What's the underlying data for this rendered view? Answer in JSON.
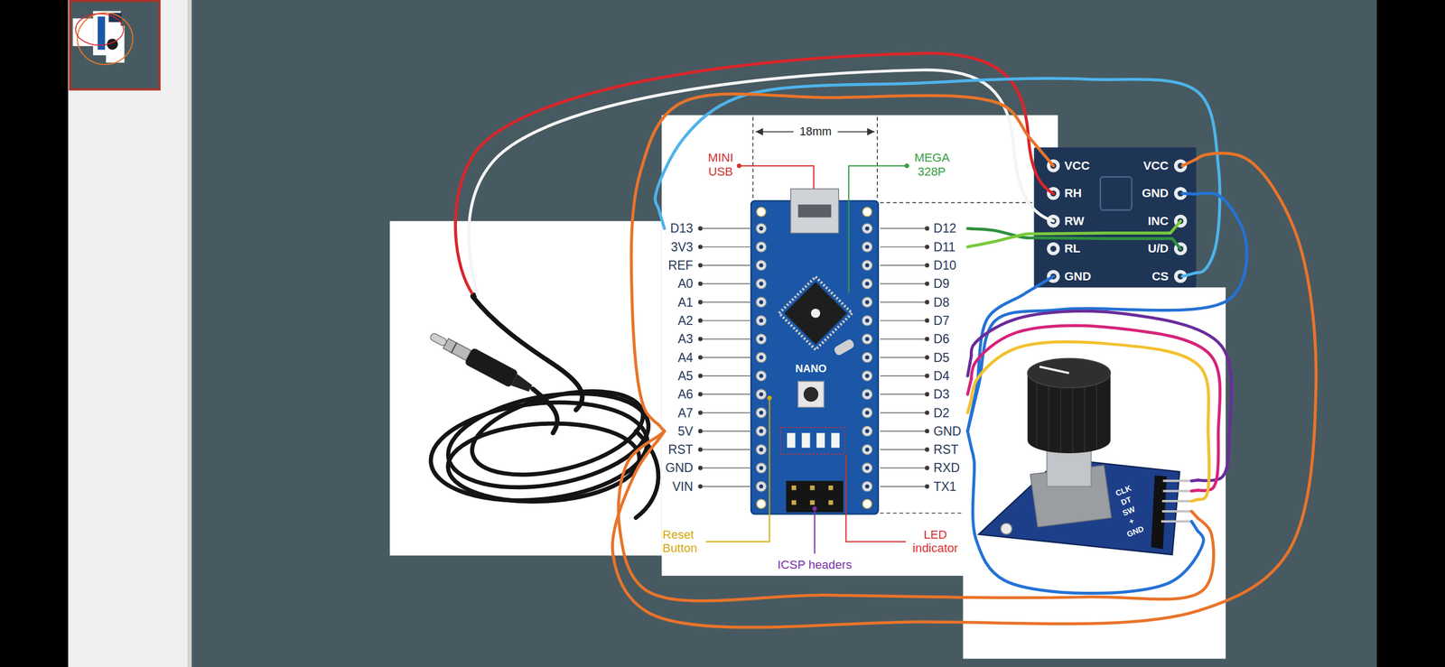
{
  "diagram": {
    "nodes": [
      {
        "text": [
          "18mm",
          "MINI USB",
          "MEGA 328P",
          "D13",
          "D12",
          "3V3",
          "D11",
          "REF",
          "D10",
          "A0",
          "D9",
          "A1",
          "D8",
          "A2",
          "D7",
          "A3",
          "D6",
          "A4",
          "D5",
          "A5",
          "D4",
          "A6",
          "D3",
          "A7",
          "D2",
          "5V",
          "GND",
          "RST",
          "RST",
          "GND",
          "RXD",
          "VIN",
          "TX1",
          "NANO",
          "Reset Button",
          "ICSP headers",
          "LED indicator"
        ]
      },
      {
        "text": [
          "VCC",
          "VCC",
          "RH",
          "GND",
          "RW",
          "INC",
          "RL",
          "U/D",
          "GND",
          "CS"
        ]
      },
      {
        "text": [
          "CLK",
          "DT",
          "SW",
          "+",
          "GND"
        ]
      }
    ],
    "edges": [
      {
        "from": 0,
        "to": 1,
        "arrow": "none"
      },
      {
        "from": 0,
        "to": 1,
        "arrow": "none"
      },
      {
        "from": 0,
        "to": 1,
        "arrow": "none"
      },
      {
        "from": 0,
        "to": 1,
        "arrow": "none"
      },
      {
        "from": 0,
        "to": 1,
        "arrow": "none"
      },
      {
        "from": 0,
        "to": 1,
        "arrow": "none"
      },
      {
        "from": 0,
        "to": 1,
        "arrow": "none"
      },
      {
        "from": 0,
        "to": 2,
        "arrow": "none"
      },
      {
        "from": 0,
        "to": 2,
        "arrow": "none"
      },
      {
        "from": 0,
        "to": 2,
        "arrow": "none"
      },
      {
        "from": 0,
        "to": 2,
        "arrow": "none"
      },
      {
        "from": 0,
        "to": 2,
        "arrow": "none"
      }
    ]
  }
}
